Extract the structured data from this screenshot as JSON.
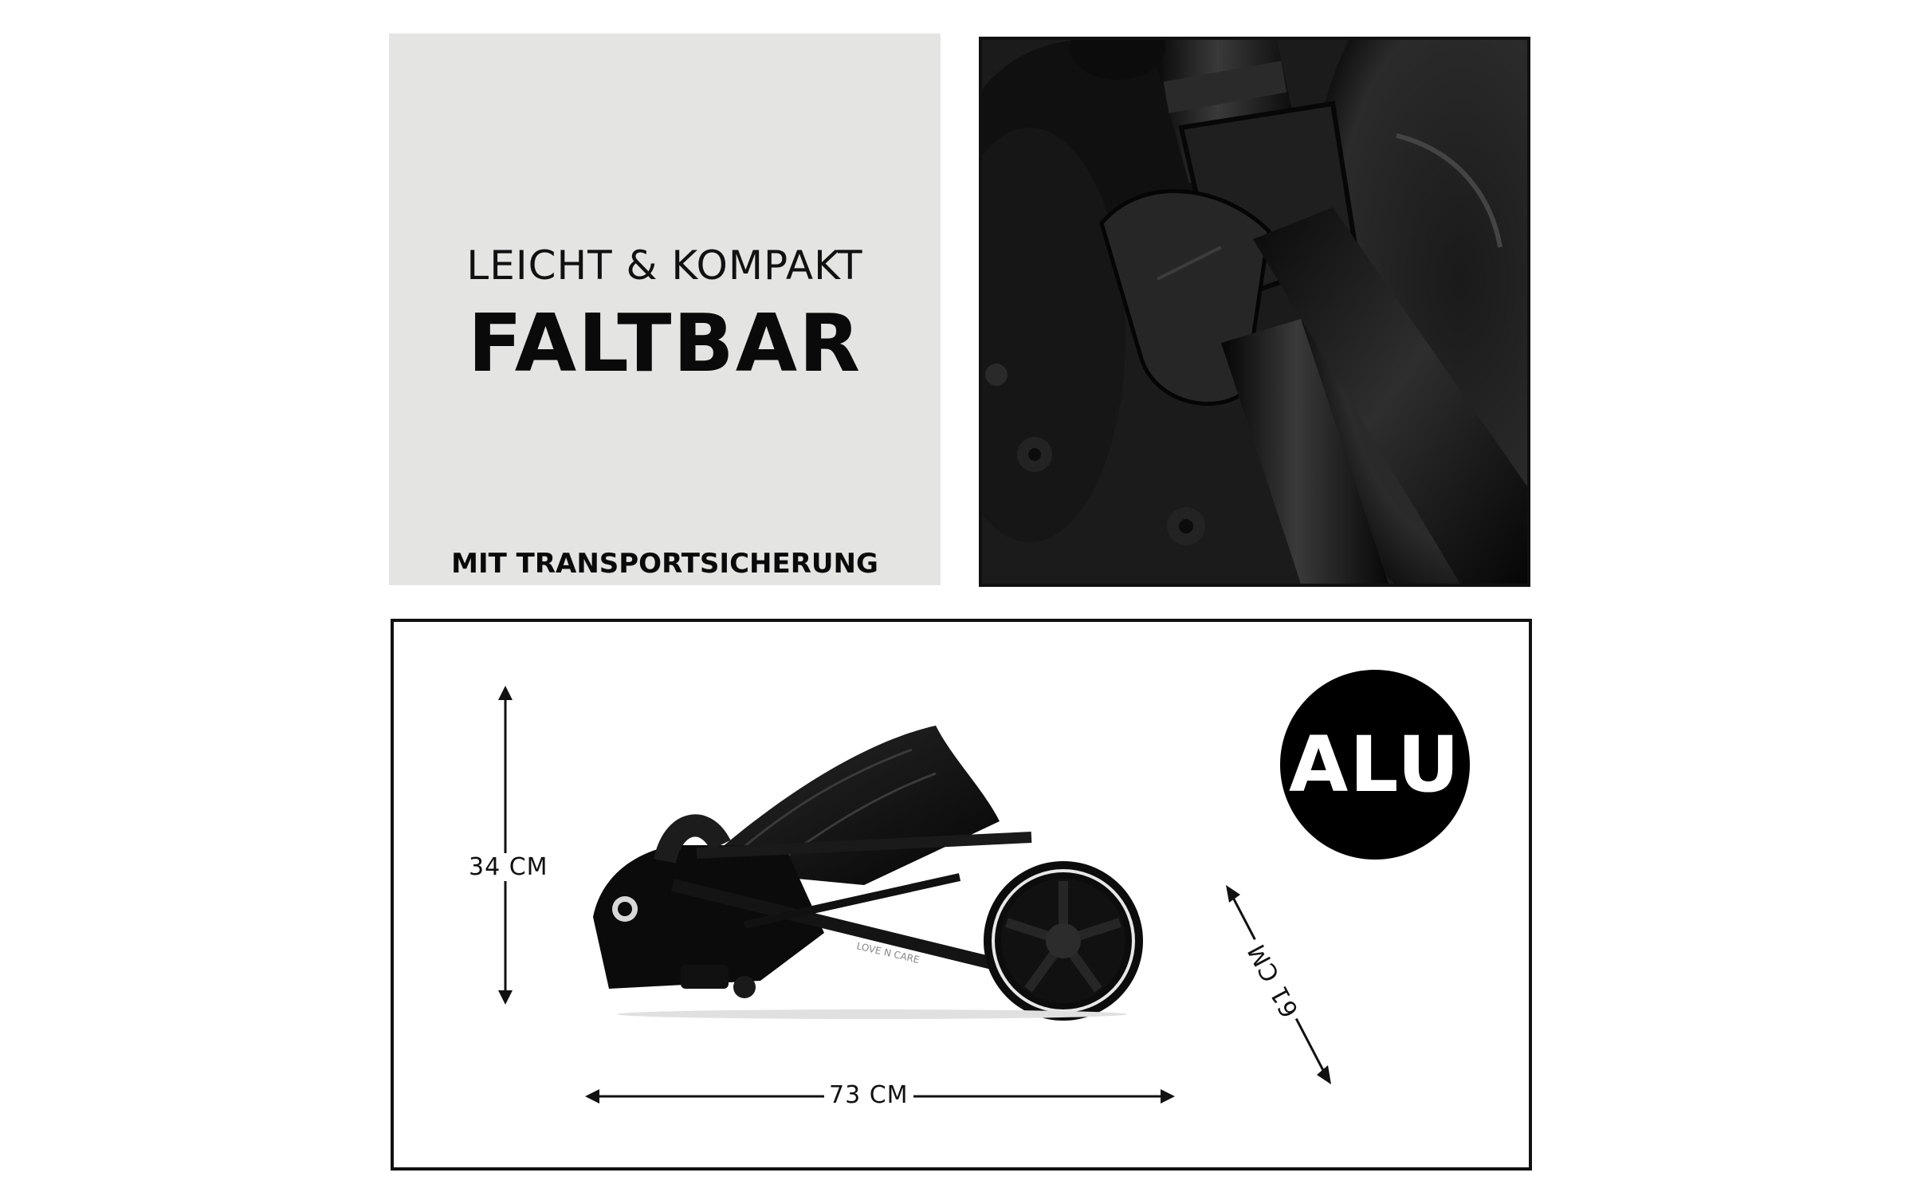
{
  "text_panel": {
    "subtitle": "LEICHT & KOMPAKT",
    "title": "FALTBAR",
    "note": "MIT TRANSPORTSICHERUNG"
  },
  "dimensions": {
    "height": "34 CM",
    "length": "73 CM",
    "width": "61 CM"
  },
  "badge": {
    "label": "ALU"
  },
  "product_print": "LOVE N CARE",
  "colors": {
    "panel_gray": "#e4e4e2",
    "ink": "#111111",
    "badge_bg": "#000000",
    "badge_text": "#ffffff"
  }
}
